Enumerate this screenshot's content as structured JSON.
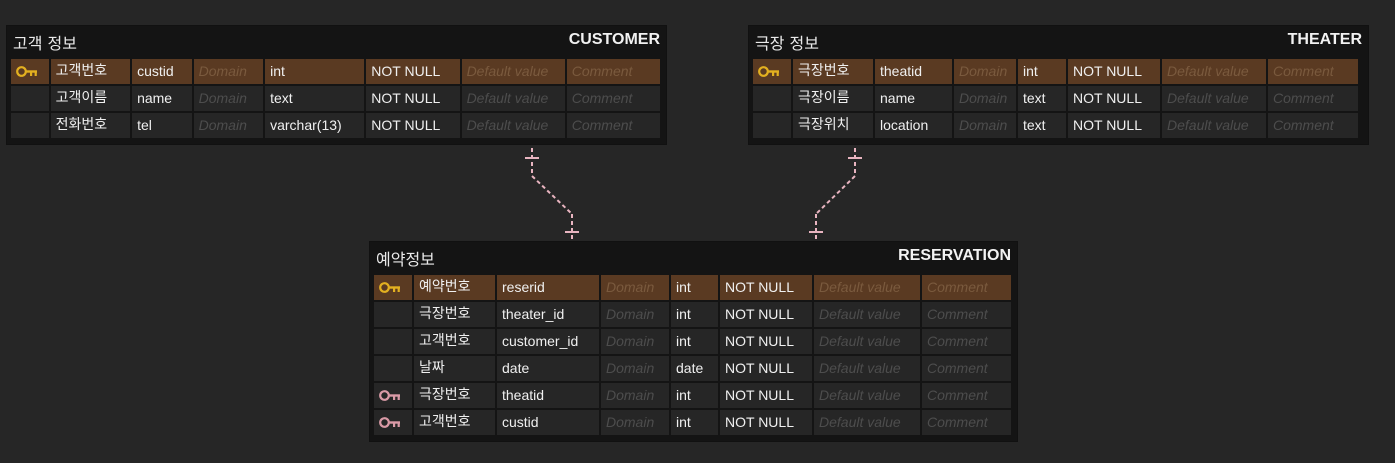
{
  "placeholders": {
    "domain": "Domain",
    "default": "Default value",
    "comment": "Comment"
  },
  "entities": {
    "customer": {
      "logical": "고객 정보",
      "physical": "CUSTOMER",
      "columns": [
        {
          "key": "pk",
          "logical": "고객번호",
          "name": "custid",
          "type": "int",
          "nullable": "NOT NULL"
        },
        {
          "key": "",
          "logical": "고객이름",
          "name": "name",
          "type": "text",
          "nullable": "NOT NULL"
        },
        {
          "key": "",
          "logical": "전화번호",
          "name": "tel",
          "type": "varchar(13)",
          "nullable": "NOT NULL"
        }
      ]
    },
    "theater": {
      "logical": "극장 정보",
      "physical": "THEATER",
      "columns": [
        {
          "key": "pk",
          "logical": "극장번호",
          "name": "theatid",
          "type": "int",
          "nullable": "NOT NULL"
        },
        {
          "key": "",
          "logical": "극장이름",
          "name": "name",
          "type": "text",
          "nullable": "NOT NULL"
        },
        {
          "key": "",
          "logical": "극장위치",
          "name": "location",
          "type": "text",
          "nullable": "NOT NULL"
        }
      ]
    },
    "reservation": {
      "logical": "예약정보",
      "physical": "RESERVATION",
      "columns": [
        {
          "key": "pk",
          "logical": "예약번호",
          "name": "reserid",
          "type": "int",
          "nullable": "NOT NULL"
        },
        {
          "key": "",
          "logical": "극장번호",
          "name": "theater_id",
          "type": "int",
          "nullable": "NOT NULL"
        },
        {
          "key": "",
          "logical": "고객번호",
          "name": "customer_id",
          "type": "int",
          "nullable": "NOT NULL"
        },
        {
          "key": "",
          "logical": "날짜",
          "name": "date",
          "type": "date",
          "nullable": "NOT NULL"
        },
        {
          "key": "fk",
          "logical": "극장번호",
          "name": "theatid",
          "type": "int",
          "nullable": "NOT NULL"
        },
        {
          "key": "fk",
          "logical": "고객번호",
          "name": "custid",
          "type": "int",
          "nullable": "NOT NULL"
        }
      ]
    }
  },
  "relationships": [
    {
      "from": "CUSTOMER",
      "to": "RESERVATION",
      "style": "dashed",
      "color": "#e8b4c0"
    },
    {
      "from": "THEATER",
      "to": "RESERVATION",
      "style": "dashed",
      "color": "#e8b4c0"
    }
  ],
  "colors": {
    "pk_key": "#e3b020",
    "fk_key": "#d99aa6",
    "pk_row": "#5a3a22",
    "row": "#262626"
  },
  "icons": {
    "pk": "key-icon",
    "fk": "foreign-key-icon"
  }
}
